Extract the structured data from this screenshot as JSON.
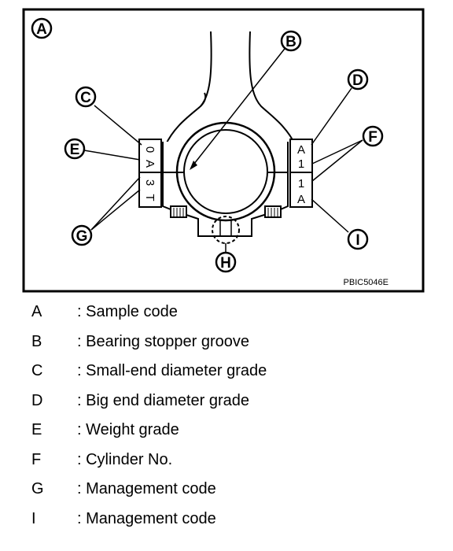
{
  "figure": {
    "callouts": {
      "A": "A",
      "B": "B",
      "C": "C",
      "D": "D",
      "E": "E",
      "F": "F",
      "G": "G",
      "H": "H",
      "I": "I"
    },
    "stamp_left": {
      "top_1": "0",
      "top_2": "A",
      "bottom_1": "3",
      "bottom_2": "T"
    },
    "stamp_right": {
      "top_1": "A",
      "top_2": "1",
      "bottom_1": "1",
      "bottom_2": "A"
    },
    "figure_code": "PBIC5046E"
  },
  "legend": [
    {
      "key": "A",
      "desc": ": Sample code"
    },
    {
      "key": "B",
      "desc": ": Bearing stopper groove"
    },
    {
      "key": "C",
      "desc": ": Small-end diameter grade"
    },
    {
      "key": "D",
      "desc": ": Big end diameter grade"
    },
    {
      "key": "E",
      "desc": ": Weight grade"
    },
    {
      "key": "F",
      "desc": ": Cylinder No."
    },
    {
      "key": "G",
      "desc": ": Management code"
    },
    {
      "key": "I",
      "desc": ": Management code"
    }
  ]
}
